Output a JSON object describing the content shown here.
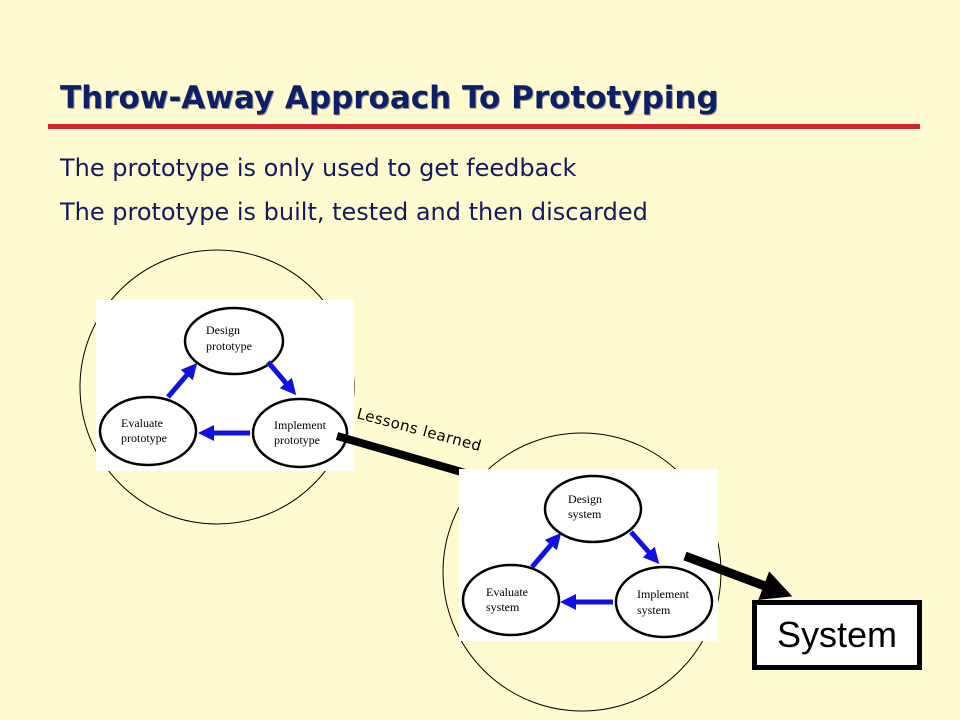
{
  "slide": {
    "title": "Throw-Away Approach To Prototyping",
    "bullets": [
      "The prototype is only used to get feedback",
      "The prototype is built, tested and then discarded"
    ]
  },
  "prototype_cycle": {
    "design_line1": "Design",
    "design_line2": "prototype",
    "implement_line1": "Implement",
    "implement_line2": "prototype",
    "evaluate_line1": "Evaluate",
    "evaluate_line2": "prototype"
  },
  "system_cycle": {
    "design_line1": "Design",
    "design_line2": "system",
    "implement_line1": "Implement",
    "implement_line2": "system",
    "evaluate_line1": "Evaluate",
    "evaluate_line2": "system"
  },
  "connector": {
    "label": "Lessons learned"
  },
  "output": {
    "label": "System"
  },
  "colors": {
    "background": "#FFFBD0",
    "title": "#0D1F66",
    "rule": "#D0232A",
    "cycle_arrow": "#1010E0"
  }
}
